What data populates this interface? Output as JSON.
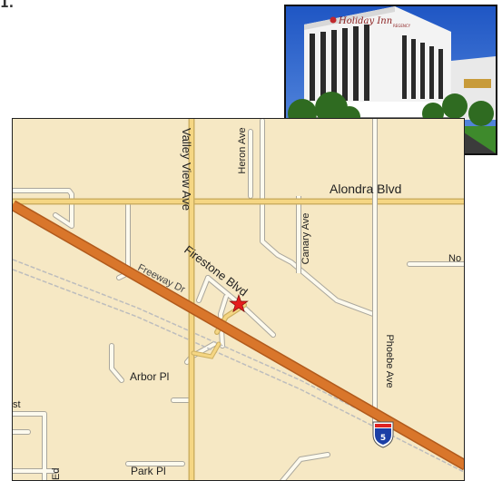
{
  "corner_mark": "1.",
  "hotel_photo": {
    "sign_text": "Holiday Inn",
    "sign_subtext": "REGENCY"
  },
  "map": {
    "streets": {
      "alondra": "Alondra Blvd",
      "valley_view": "Valley View Ave",
      "heron": "Heron Ave",
      "canary": "Canary Ave",
      "firestone": "Firestone Blvd",
      "freeway_dr": "Freeway Dr",
      "phoebe": "Phoebe Ave",
      "arbor": "Arbor Pl",
      "park": "Park Pl",
      "partial_no": "No",
      "partial_st": "st",
      "partial_ed": "Ed"
    },
    "interstate_shield": "5",
    "colors": {
      "land": "#f6e8c4",
      "street": "#fdfaee",
      "arterial": "#f5d683",
      "freeway": "#d9762b",
      "railway": "#b9b9b9",
      "marker": "#e51d1d"
    }
  }
}
